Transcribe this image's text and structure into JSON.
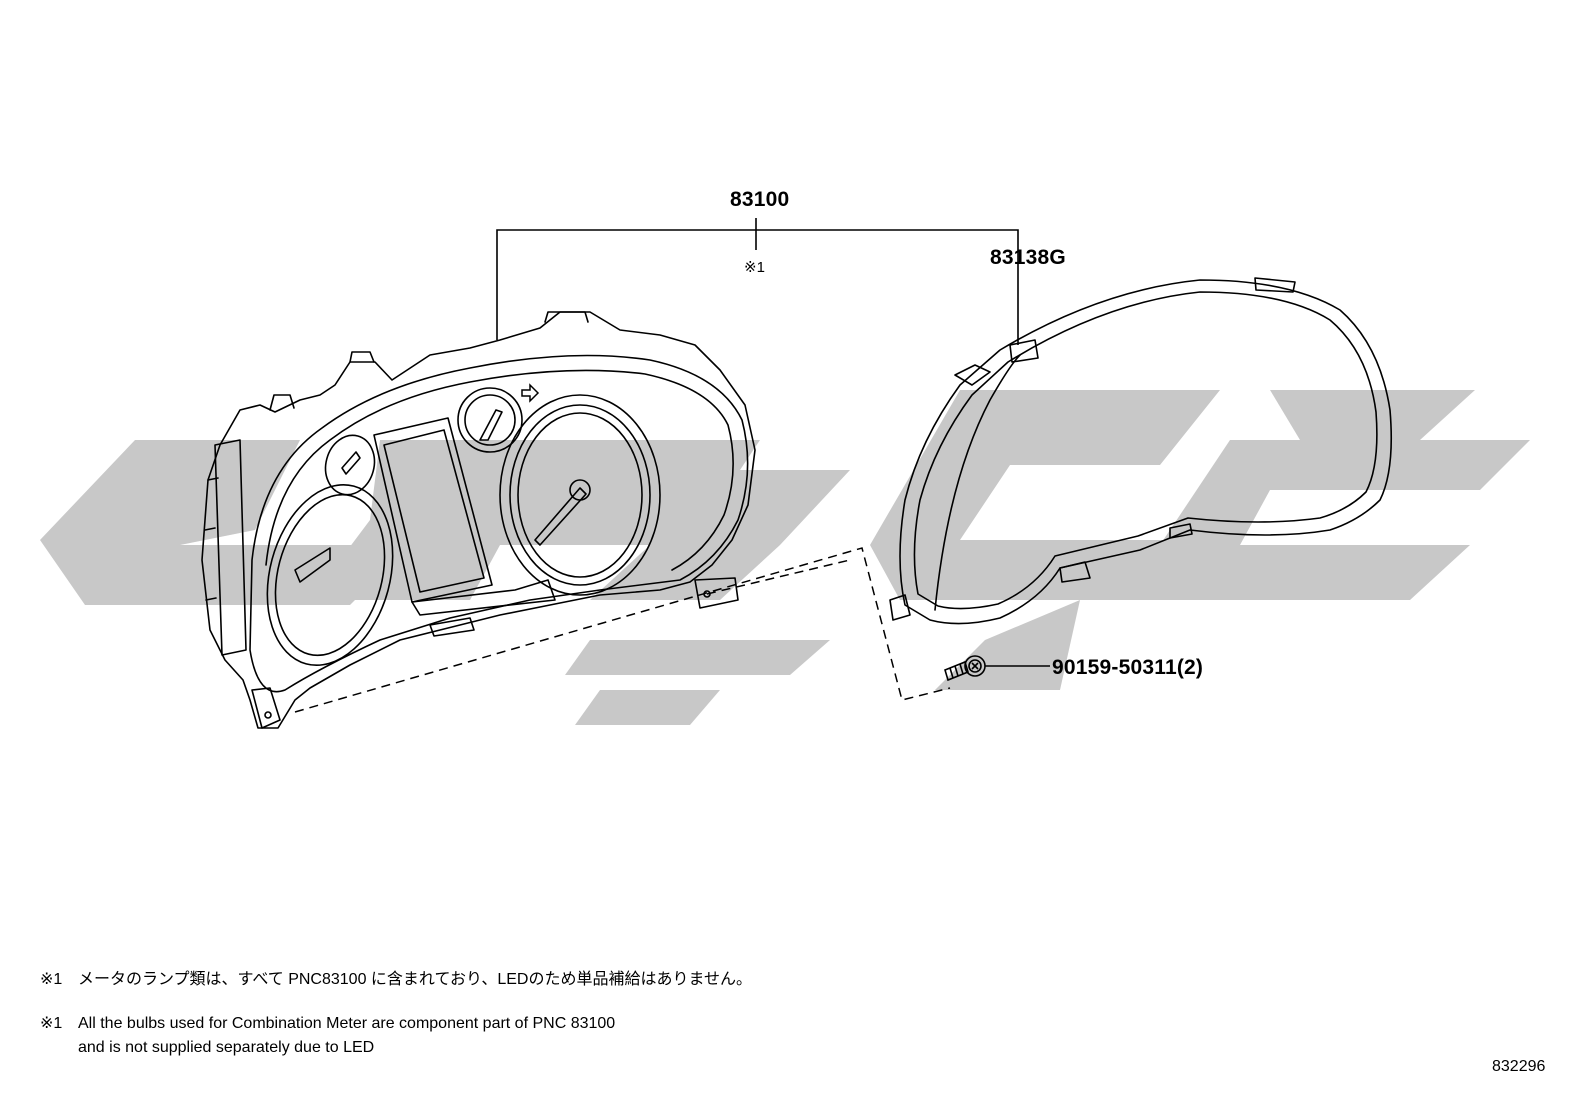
{
  "callouts": {
    "assembly": "83100",
    "assembly_ref": "※1",
    "lens": "83138G",
    "screw": "90159-50311(2)"
  },
  "notes": {
    "jp_mark": "※1",
    "jp_text": "メータのランプ類は、すべて PNC83100 に含まれており、LEDのため単品補給はありません。",
    "en_mark": "※1",
    "en_line1": "All the bulbs used for Combination Meter are component part of PNC 83100",
    "en_line2": "and is not supplied separately due to LED"
  },
  "diagram_id": "832296",
  "colors": {
    "line": "#000000",
    "watermark": "#c8c8c8",
    "background": "#ffffff"
  },
  "icons": {
    "watermark": "dealer-logo-watermark",
    "screw": "screw-icon",
    "arrow": "arrow-icon"
  }
}
